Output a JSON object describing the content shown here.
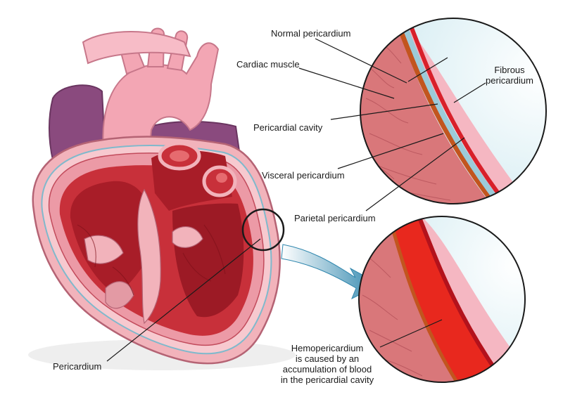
{
  "labels": {
    "normal_pericardium": "Normal pericardium",
    "cardiac_muscle": "Cardiac muscle",
    "fibrous_pericardium_line1": "Fibrous",
    "fibrous_pericardium_line2": "pericardium",
    "pericardial_cavity": "Pericardial cavity",
    "visceral_pericardium": "Visceral pericardium",
    "parietal_pericardium": "Parietal pericardium",
    "pericardium": "Pericardium",
    "hemo_line1": "Hemopericardium",
    "hemo_line2": "is caused by an",
    "hemo_line3": "accumulation of blood",
    "hemo_line4": "in the pericardial cavity"
  },
  "colors": {
    "heart_pink": "#f3a6b4",
    "heart_purple": "#8a4a7e",
    "myocardium": "#c8303a",
    "chamber_dark": "#a81d28",
    "muscle_tissue": "#d9777a",
    "fluid_blue": "#9ccbd9",
    "blood": "#e8281e",
    "arrow_blue": "#3a8fb0"
  }
}
